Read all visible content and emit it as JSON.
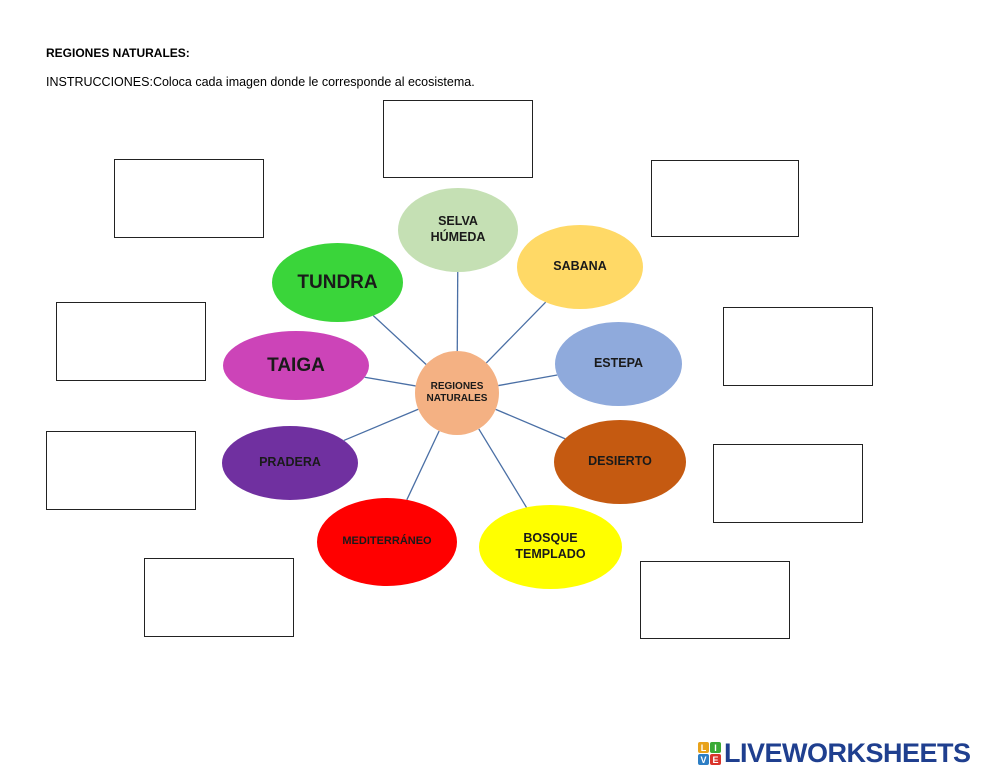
{
  "header": {
    "title": "REGIONES NATURALES:",
    "instructions": "INSTRUCCIONES:Coloca cada imagen donde le corresponde al ecosistema."
  },
  "diagram": {
    "center": {
      "label": "REGIONES\nNATURALES",
      "color": "#f4b183"
    },
    "regions": [
      {
        "label": "SELVA\nHÚMEDA",
        "color": "#c5e0b4"
      },
      {
        "label": "SABANA",
        "color": "#ffd966"
      },
      {
        "label": "ESTEPA",
        "color": "#8faadc"
      },
      {
        "label": "DESIERTO",
        "color": "#c55a11"
      },
      {
        "label": "BOSQUE\nTEMPLADO",
        "color": "#ffff00"
      },
      {
        "label": "MEDITERRÁNEO",
        "color": "#ff0000"
      },
      {
        "label": "PRADERA",
        "color": "#7030a0"
      },
      {
        "label": "TAIGA",
        "color": "#cc44b8"
      },
      {
        "label": "TUNDRA",
        "color": "#3ad53a"
      }
    ],
    "spoke_color": "#4a6fa5"
  },
  "footer": {
    "logo_letters": [
      "L",
      "I",
      "V",
      "E"
    ],
    "logo_colors": [
      "#e8a21a",
      "#3aaa35",
      "#2d7ec4",
      "#d9342b"
    ],
    "logo_text": "LIVEWORKSHEETS"
  }
}
